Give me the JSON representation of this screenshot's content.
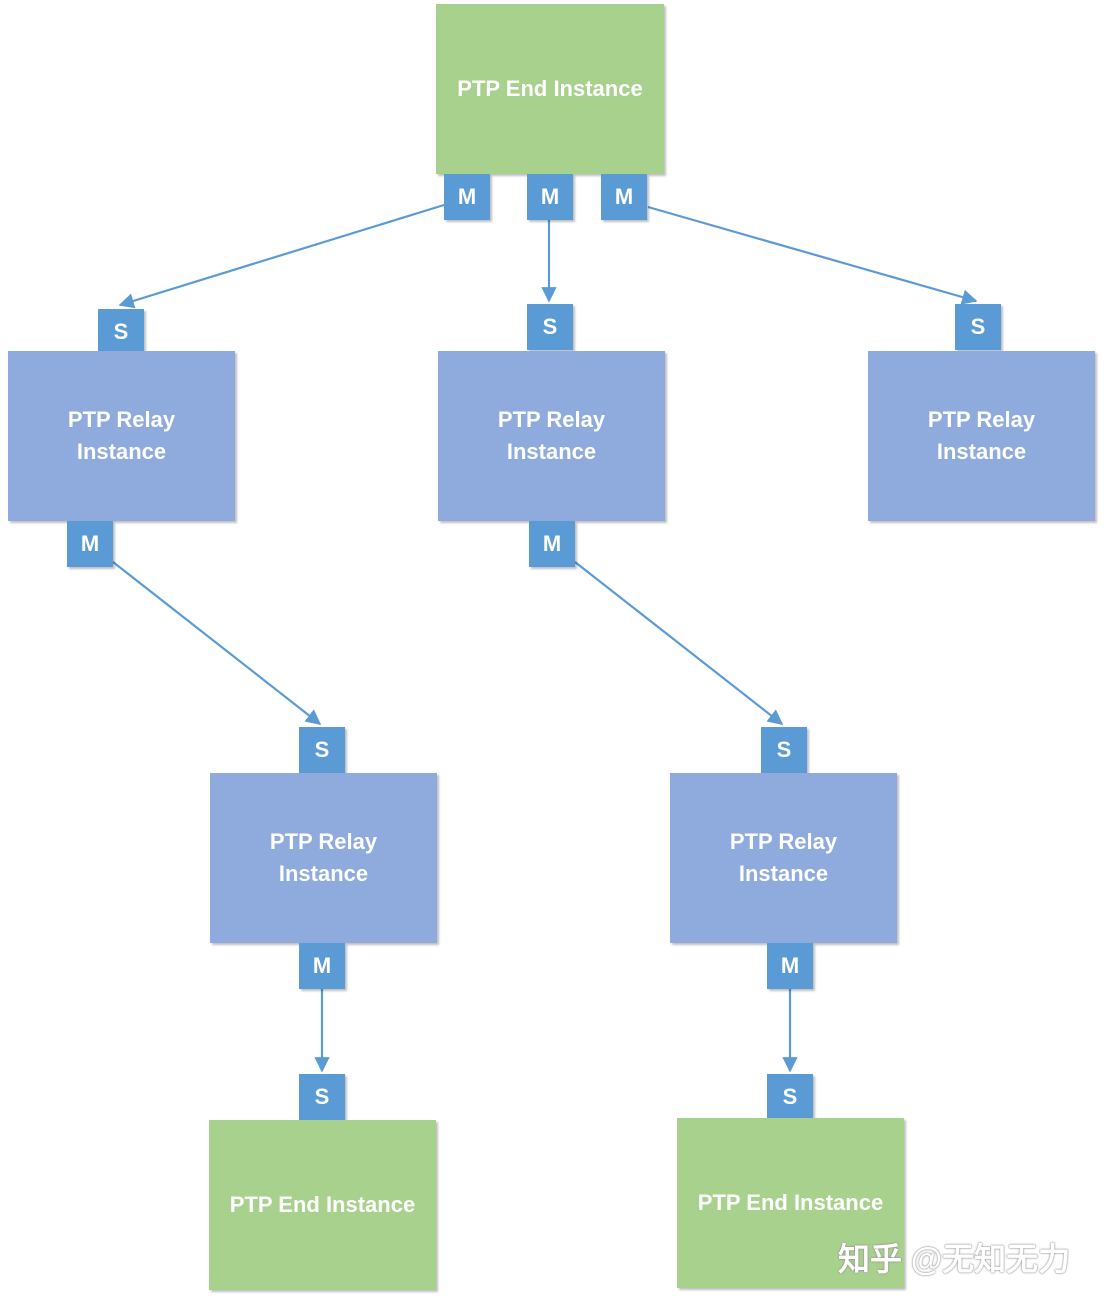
{
  "colors": {
    "end_fill": "#a9d18e",
    "relay_fill": "#8faadc",
    "port_fill": "#5b9bd5",
    "arrow": "#5b9bd5"
  },
  "nodes": {
    "root": {
      "label": "PTP End Instance"
    },
    "relay_left": {
      "label": "PTP Relay\nInstance"
    },
    "relay_middle": {
      "label": "PTP Relay\nInstance"
    },
    "relay_right": {
      "label": "PTP Relay\nInstance"
    },
    "relay_lower_left": {
      "label": "PTP Relay\nInstance"
    },
    "relay_lower_right": {
      "label": "PTP Relay\nInstance"
    },
    "end_bottom_left": {
      "label": "PTP End Instance"
    },
    "end_bottom_right": {
      "label": "PTP End Instance"
    }
  },
  "ports": {
    "master": "M",
    "slave": "S"
  },
  "watermark": "知乎 @无知无力"
}
